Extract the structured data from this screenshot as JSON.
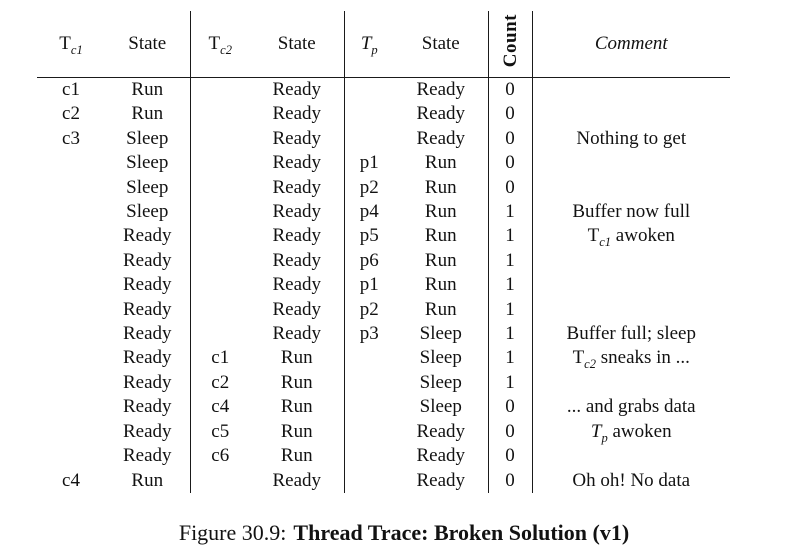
{
  "table": {
    "columns": [
      {
        "key": "tc1",
        "label": "T{c1}"
      },
      {
        "key": "tc1-state",
        "label": "State"
      },
      {
        "key": "tc2",
        "label": "T{c2}"
      },
      {
        "key": "tc2-state",
        "label": "State"
      },
      {
        "key": "tp",
        "label": "*T*{p}"
      },
      {
        "key": "tp-state",
        "label": "State"
      },
      {
        "key": "count",
        "label": "Count"
      },
      {
        "key": "comment",
        "label": "*Comment*"
      }
    ],
    "rows": [
      [
        "c1",
        "Run",
        "",
        "Ready",
        "",
        "Ready",
        "0",
        ""
      ],
      [
        "c2",
        "Run",
        "",
        "Ready",
        "",
        "Ready",
        "0",
        ""
      ],
      [
        "c3",
        "Sleep",
        "",
        "Ready",
        "",
        "Ready",
        "0",
        "Nothing to get"
      ],
      [
        "",
        "Sleep",
        "",
        "Ready",
        "p1",
        "Run",
        "0",
        ""
      ],
      [
        "",
        "Sleep",
        "",
        "Ready",
        "p2",
        "Run",
        "0",
        ""
      ],
      [
        "",
        "Sleep",
        "",
        "Ready",
        "p4",
        "Run",
        "1",
        "Buffer now full"
      ],
      [
        "",
        "Ready",
        "",
        "Ready",
        "p5",
        "Run",
        "1",
        "T{c1} awoken"
      ],
      [
        "",
        "Ready",
        "",
        "Ready",
        "p6",
        "Run",
        "1",
        ""
      ],
      [
        "",
        "Ready",
        "",
        "Ready",
        "p1",
        "Run",
        "1",
        ""
      ],
      [
        "",
        "Ready",
        "",
        "Ready",
        "p2",
        "Run",
        "1",
        ""
      ],
      [
        "",
        "Ready",
        "",
        "Ready",
        "p3",
        "Sleep",
        "1",
        "Buffer full; sleep"
      ],
      [
        "",
        "Ready",
        "c1",
        "Run",
        "",
        "Sleep",
        "1",
        "T{c2} sneaks in ..."
      ],
      [
        "",
        "Ready",
        "c2",
        "Run",
        "",
        "Sleep",
        "1",
        ""
      ],
      [
        "",
        "Ready",
        "c4",
        "Run",
        "",
        "Sleep",
        "0",
        "... and grabs data"
      ],
      [
        "",
        "Ready",
        "c5",
        "Run",
        "",
        "Ready",
        "0",
        "*T*{p} awoken"
      ],
      [
        "",
        "Ready",
        "c6",
        "Run",
        "",
        "Ready",
        "0",
        ""
      ],
      [
        "c4",
        "Run",
        "",
        "Ready",
        "",
        "Ready",
        "0",
        "Oh oh! No data"
      ]
    ]
  },
  "caption": {
    "prefix": "Figure 30.9:",
    "title": "Thread Trace: Broken Solution (v1)"
  },
  "colors": {
    "background": "#ffffff",
    "text": "#121212",
    "rule": "#1a1a1a"
  }
}
